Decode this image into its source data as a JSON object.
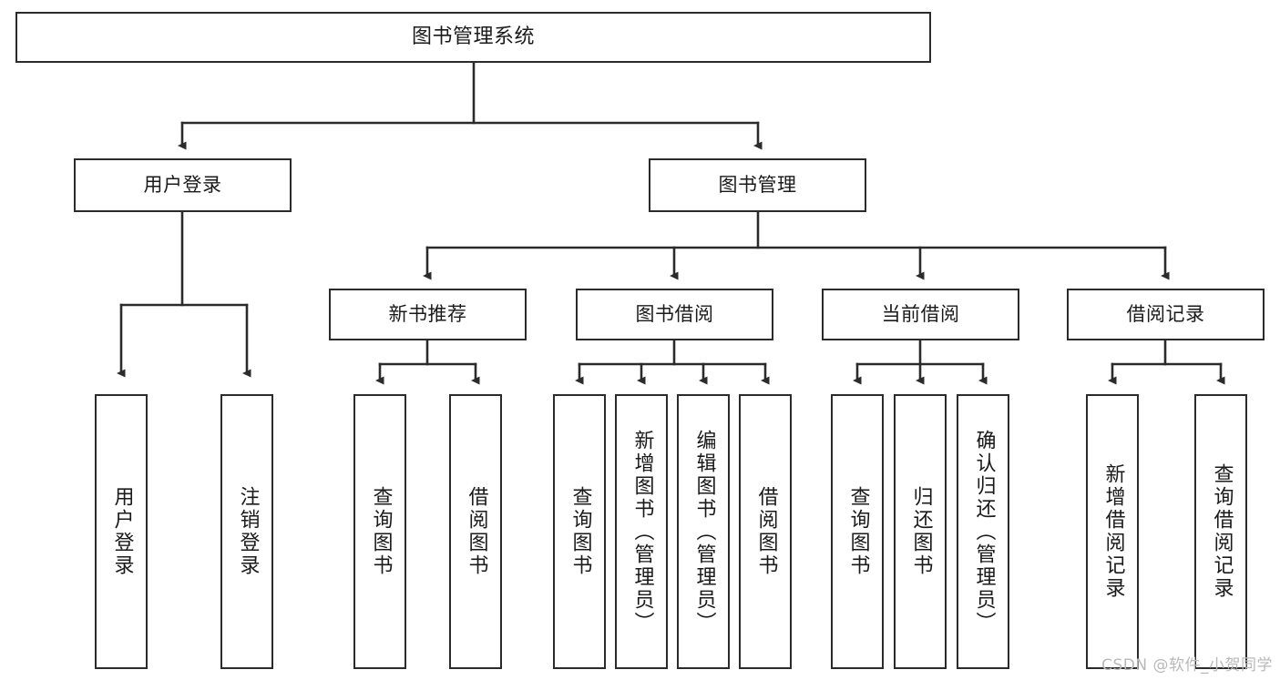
{
  "diagram": {
    "title": "图书管理系统",
    "type": "tree",
    "root": {
      "label": "图书管理系统"
    },
    "level2": [
      {
        "id": "user-login",
        "label": "用户登录"
      },
      {
        "id": "book-manage",
        "label": "图书管理"
      }
    ],
    "level3": [
      {
        "id": "new-book-recommend",
        "label": "新书推荐",
        "parent": "book-manage"
      },
      {
        "id": "book-borrow",
        "label": "图书借阅",
        "parent": "book-manage"
      },
      {
        "id": "current-borrow",
        "label": "当前借阅",
        "parent": "book-manage"
      },
      {
        "id": "borrow-record",
        "label": "借阅记录",
        "parent": "book-manage"
      }
    ],
    "leaves": [
      {
        "id": "leaf-user-login",
        "label": "用户登录",
        "parent": "user-login"
      },
      {
        "id": "leaf-logout",
        "label": "注销登录",
        "parent": "user-login"
      },
      {
        "id": "leaf-query-book-1",
        "label": "查询图书",
        "parent": "new-book-recommend"
      },
      {
        "id": "leaf-borrow-book-1",
        "label": "借阅图书",
        "parent": "new-book-recommend"
      },
      {
        "id": "leaf-query-book-2",
        "label": "查询图书",
        "parent": "book-borrow"
      },
      {
        "id": "leaf-add-book",
        "label": "新增图书（管理员）",
        "parent": "book-borrow"
      },
      {
        "id": "leaf-edit-book",
        "label": "编辑图书（管理员）",
        "parent": "book-borrow"
      },
      {
        "id": "leaf-borrow-book-2",
        "label": "借阅图书",
        "parent": "book-borrow"
      },
      {
        "id": "leaf-query-book-3",
        "label": "查询图书",
        "parent": "current-borrow"
      },
      {
        "id": "leaf-return-book",
        "label": "归还图书",
        "parent": "current-borrow"
      },
      {
        "id": "leaf-confirm-return",
        "label": "确认归还（管理员）",
        "parent": "current-borrow"
      },
      {
        "id": "leaf-add-record",
        "label": "新增借阅记录",
        "parent": "borrow-record"
      },
      {
        "id": "leaf-query-record",
        "label": "查询借阅记录",
        "parent": "borrow-record"
      }
    ],
    "colors": {
      "stroke": "#2b2b2b",
      "fill": "#ffffff",
      "text": "#1a1a1a",
      "watermark": "#b9b9b9"
    }
  },
  "watermark": {
    "text": "CSDN @软件_小贺同学"
  }
}
